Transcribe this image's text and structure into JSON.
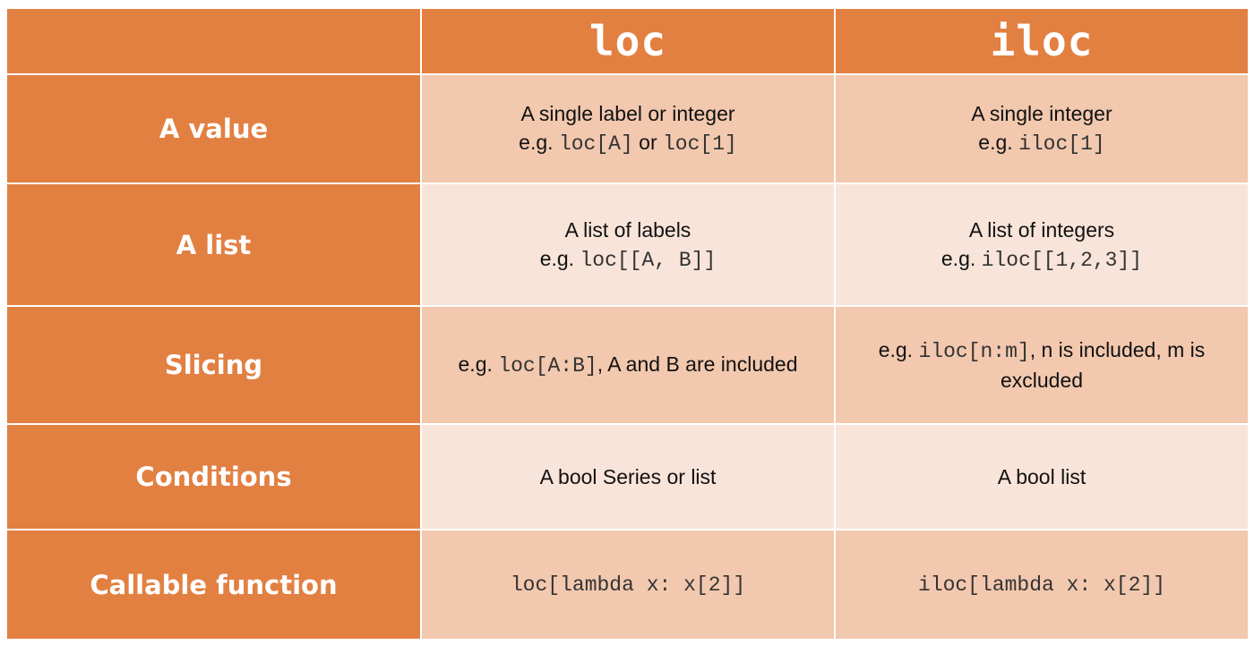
{
  "header": {
    "corner": "",
    "col_loc": "loc",
    "col_iloc": "iloc"
  },
  "rows": [
    {
      "label": "A value",
      "loc": {
        "line1": "A single label or integer",
        "eg": "e.g.",
        "code1": "loc[A]",
        "or": "or",
        "code2": "loc[1]"
      },
      "iloc": {
        "line1": "A single integer",
        "eg": "e.g.",
        "code1": "iloc[1]"
      }
    },
    {
      "label": "A list",
      "loc": {
        "line1": "A list of labels",
        "eg": "e.g.",
        "code1": "loc[[A, B]]"
      },
      "iloc": {
        "line1": "A list of integers",
        "eg": "e.g.",
        "code1": "iloc[[1,2,3]]"
      }
    },
    {
      "label": "Slicing",
      "loc": {
        "eg": "e.g.",
        "code1": "loc[A:B]",
        "rest": ", A and B are included"
      },
      "iloc": {
        "eg": "e.g.",
        "code1": "iloc[n:m]",
        "rest": ", n is included, m is",
        "line2": "excluded"
      }
    },
    {
      "label": "Conditions",
      "loc": {
        "text": "A bool Series or list"
      },
      "iloc": {
        "text": "A bool list"
      }
    },
    {
      "label": "Callable function",
      "loc": {
        "code1": "loc[lambda x: x[2]]"
      },
      "iloc": {
        "code1": "iloc[lambda x: x[2]]"
      }
    }
  ],
  "colors": {
    "header_orange": "#e28042",
    "cell_dark": "#f2c8ae",
    "cell_light": "#f8e4d9"
  }
}
